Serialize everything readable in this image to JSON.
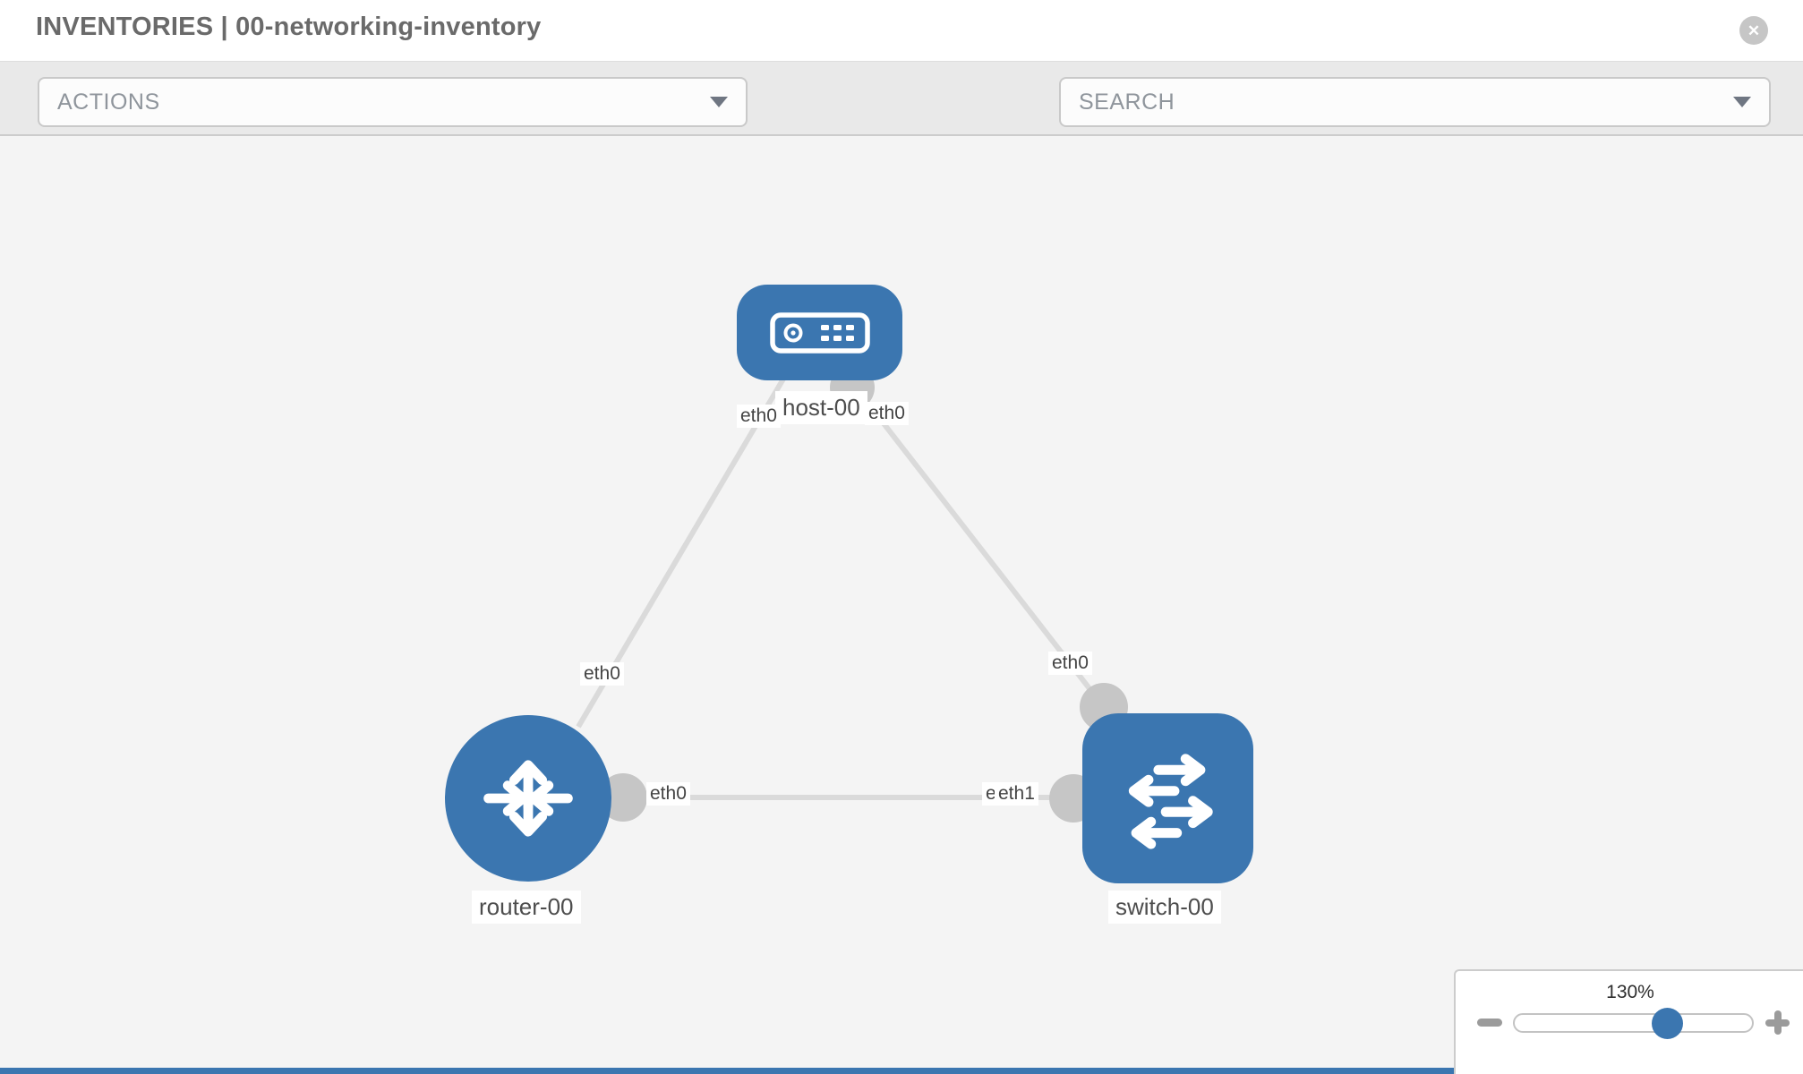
{
  "header": {
    "title": "INVENTORIES | 00-networking-inventory"
  },
  "icons": {
    "close": "✕",
    "toolbar_tools": [
      "wrench-icon",
      "key-icon"
    ],
    "dropdown_caret": "chevron-down"
  },
  "toolbar": {
    "actions_label": "ACTIONS",
    "search_label": "SEARCH"
  },
  "canvas": {
    "nodes": [
      {
        "id": "host-00",
        "type": "host",
        "label": "host-00"
      },
      {
        "id": "router-00",
        "type": "router",
        "label": "router-00"
      },
      {
        "id": "switch-00",
        "type": "switch",
        "label": "switch-00"
      }
    ],
    "links": [
      {
        "from": "host-00",
        "to": "router-00",
        "from_interface": "eth0",
        "to_interface": "eth0"
      },
      {
        "from": "host-00",
        "to": "switch-00",
        "from_interface": "eth0",
        "to_interface": "eth0"
      },
      {
        "from": "router-00",
        "to": "switch-00",
        "from_interface": "eth0",
        "to_interfaces": [
          "eth0",
          "eth1"
        ]
      }
    ],
    "interface_labels": {
      "host_left": "eth0",
      "host_right": "eth0",
      "router_top": "eth0",
      "switch_top": "eth0",
      "router_right": "eth0",
      "switch_hidden": "eth0",
      "switch_left": "eth1"
    }
  },
  "zoom_control": {
    "level": "130%",
    "position_fraction": 0.64
  },
  "colors": {
    "node_blue": "#3b76b0",
    "link_gray": "#dadada",
    "connector_gray": "#c6c6c6",
    "canvas_bg": "#f4f4f4",
    "toolbar_bg": "#e9e9e9",
    "title_text": "#6a6a6a",
    "icon_slate": "#6d7784"
  }
}
